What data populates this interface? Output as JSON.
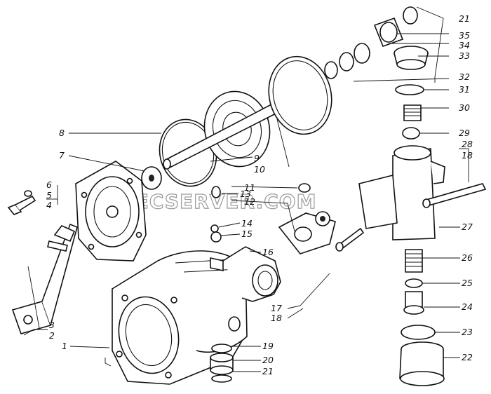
{
  "watermark": "SPECSERVER.COM",
  "labels": [
    {
      "id": "1",
      "text": "1"
    },
    {
      "id": "2",
      "text": "2"
    },
    {
      "id": "3",
      "text": "3"
    },
    {
      "id": "4",
      "text": "4"
    },
    {
      "id": "5",
      "text": "5"
    },
    {
      "id": "6",
      "text": "6"
    },
    {
      "id": "7",
      "text": "7"
    },
    {
      "id": "8",
      "text": "8"
    },
    {
      "id": "9",
      "text": "9"
    },
    {
      "id": "10",
      "text": "10"
    },
    {
      "id": "11",
      "text": "11"
    },
    {
      "id": "12",
      "text": "12"
    },
    {
      "id": "13",
      "text": "13"
    },
    {
      "id": "14",
      "text": "14"
    },
    {
      "id": "15",
      "text": "15"
    },
    {
      "id": "16",
      "text": "16"
    },
    {
      "id": "17",
      "text": "17"
    },
    {
      "id": "18a",
      "text": "18"
    },
    {
      "id": "18b",
      "text": "18"
    },
    {
      "id": "19",
      "text": "19"
    },
    {
      "id": "20",
      "text": "20"
    },
    {
      "id": "21a",
      "text": "21"
    },
    {
      "id": "21b",
      "text": "21"
    },
    {
      "id": "22",
      "text": "22"
    },
    {
      "id": "23",
      "text": "23"
    },
    {
      "id": "24",
      "text": "24"
    },
    {
      "id": "25",
      "text": "25"
    },
    {
      "id": "26",
      "text": "26"
    },
    {
      "id": "27",
      "text": "27"
    },
    {
      "id": "28",
      "text": "28"
    },
    {
      "id": "29",
      "text": "29"
    },
    {
      "id": "30",
      "text": "30"
    },
    {
      "id": "31",
      "text": "31"
    },
    {
      "id": "32",
      "text": "32"
    },
    {
      "id": "33",
      "text": "33"
    },
    {
      "id": "34",
      "text": "34"
    },
    {
      "id": "35",
      "text": "35"
    }
  ]
}
